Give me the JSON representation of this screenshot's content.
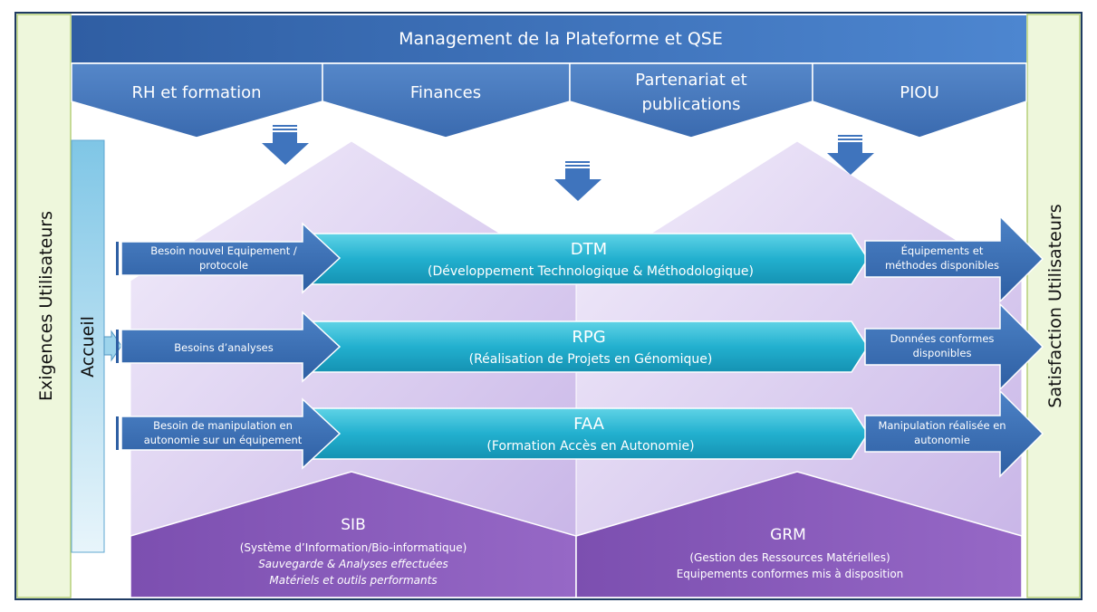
{
  "management": {
    "label": "Management de la Plateforme et QSE"
  },
  "support_tabs": [
    {
      "lines": [
        "RH et formation"
      ]
    },
    {
      "lines": [
        "Finances"
      ]
    },
    {
      "lines": [
        "Partenariat et",
        "publications"
      ]
    },
    {
      "lines": [
        "PIOU"
      ]
    }
  ],
  "side": {
    "left": "Exigences Utilisateurs",
    "right": "Satisfaction Utilisateurs",
    "accueil": "Accueil"
  },
  "processes": [
    {
      "input_lines": [
        "Besoin nouvel Equipement /",
        "protocole"
      ],
      "title": "DTM",
      "subtitle": "(Développement Technologique & Méthodologique)",
      "output_lines": [
        "Équipements et",
        "méthodes disponibles"
      ]
    },
    {
      "input_lines": [
        "Besoins d’analyses"
      ],
      "title": "RPG",
      "subtitle": "(Réalisation de Projets en Génomique)",
      "output_lines": [
        "Données conformes",
        "disponibles"
      ]
    },
    {
      "input_lines": [
        "Besoin de manipulation en",
        "autonomie sur un équipement"
      ],
      "title": "FAA",
      "subtitle": "(Formation Accès en Autonomie)",
      "output_lines": [
        "Manipulation réalisée en",
        "autonomie"
      ]
    }
  ],
  "resources": [
    {
      "title": "SIB",
      "subtitle": "(Système d’Information/Bio-informatique)",
      "italic_lines": [
        "Sauvegarde & Analyses effectuées",
        "Matériels et outils performants"
      ]
    },
    {
      "title": "GRM",
      "subtitle": "(Gestion des Ressources Matérielles)",
      "plain_lines": [
        "Equipements conformes mis à disposition"
      ]
    }
  ],
  "colors": {
    "frame": "#1f3b63",
    "side_panel": "#eef7dc",
    "side_border": "#b5cf7a",
    "banner": "#3f74bd",
    "tab": "#4a7cc0",
    "process": "#2fb9d3",
    "io_arrow": "#3d73b8",
    "resource": "#8454b4",
    "pentagon": "#d5c7ec"
  }
}
